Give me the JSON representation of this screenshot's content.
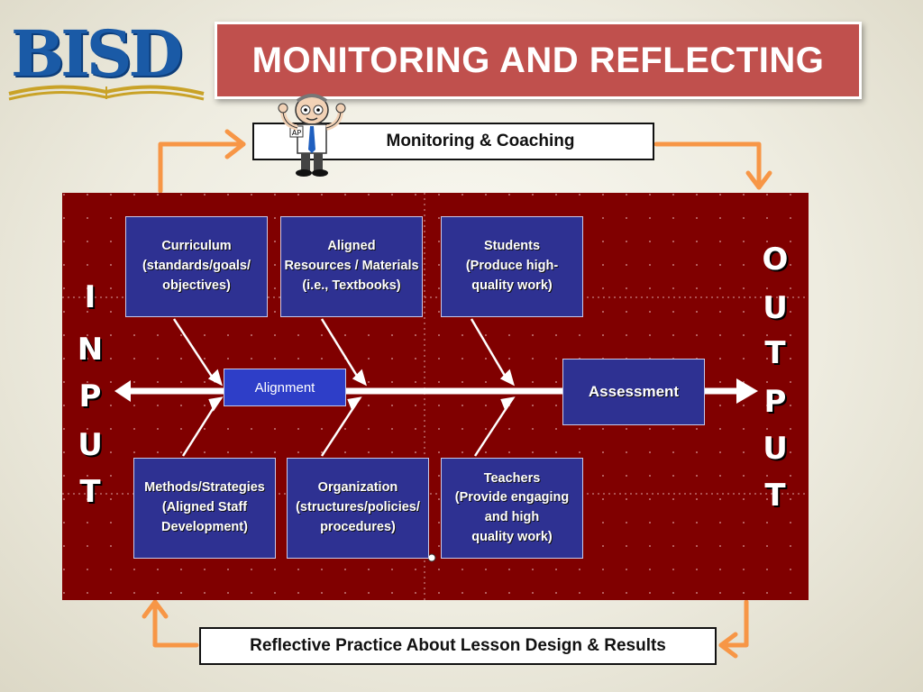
{
  "logo": {
    "text": "BISD"
  },
  "title": "MONITORING AND REFLECTING",
  "top_label": "Monitoring & Coaching",
  "bottom_label": "Reflective Practice About Lesson Design & Results",
  "diagram": {
    "input_letters": [
      "I",
      "N",
      "P",
      "U",
      "T"
    ],
    "output_letters": [
      "O",
      "U",
      "T",
      "P",
      "U",
      "T"
    ],
    "alignment_label": "Alignment",
    "assessment_label": "Assessment",
    "top_boxes": [
      "Curriculum\n(standards/goals/\nobjectives)",
      "Aligned\nResources / Materials\n(i.e., Textbooks)",
      "Students\n(Produce high-\nquality work)"
    ],
    "bottom_boxes": [
      "Methods/Strategies\n(Aligned Staff\nDevelopment)",
      "Organization\n(structures/policies/\nprocedures)",
      "Teachers\n(Provide engaging\nand high\nquality work)"
    ]
  },
  "colors": {
    "title_bg": "#c0504d",
    "panel_bg": "#800000",
    "box_bg": "#2e3192",
    "alignment_bg": "#2e3ec8",
    "flow_arrow": "#f79646",
    "logo_blue": "#1a5aa6"
  }
}
